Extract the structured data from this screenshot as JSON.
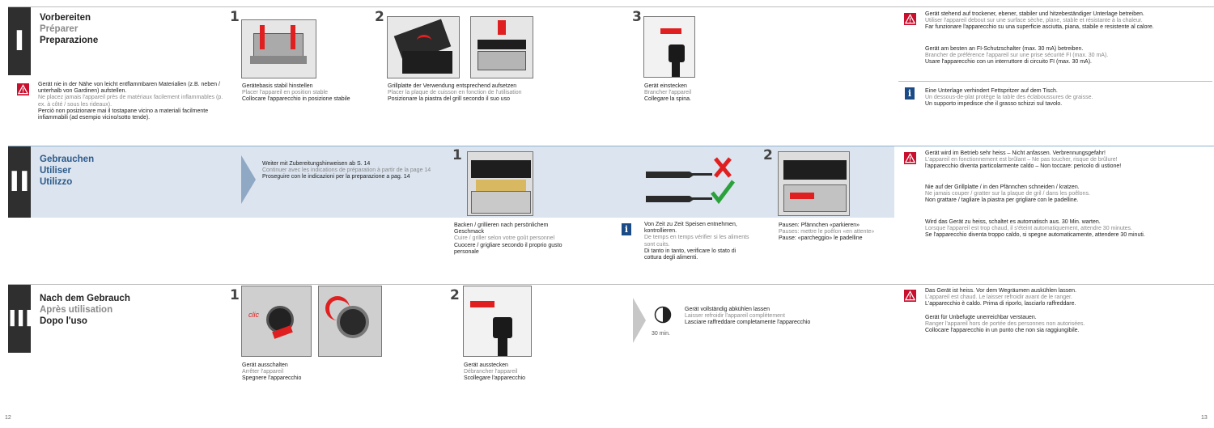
{
  "s1": {
    "num": "I",
    "de": "Vorbereiten",
    "fr": "Préparer",
    "it": "Preparazione",
    "warn": {
      "de": "Gerät nie in der Nähe von leicht entflammbaren Materialien (z.B. neben / unterhalb von Gardinen) aufstellen.",
      "fr": "Ne placez jamais l'appareil près de matériaux facilement inflammables (p. ex. à côté / sous les rideaux).",
      "it": "Perciò non posizionare mai il tostapane vicino a materiali facilmente infiammabili (ad esempio vicino/sotto tende)."
    },
    "step1": {
      "n": "1",
      "de": "Gerätebasis stabil hinstellen",
      "fr": "Placer l'appareil en position stable",
      "it": "Collocare l'apparecchio in posizione stabile"
    },
    "step2": {
      "n": "2",
      "de": "Grillplatte der Verwendung entsprechend aufsetzen",
      "fr": "Placer la plaque de cuisson en fonction de l'utilisation",
      "it": "Posizionare la piastra del grill secondo il suo uso"
    },
    "step3": {
      "n": "3",
      "de": "Gerät einstecken",
      "fr": "Brancher l'appareil",
      "it": "Collegare la spina."
    },
    "r_warn": {
      "de": "Gerät stehend auf trockener, ebener, stabiler und hitzebeständiger Unterlage betreiben.",
      "fr": "Utiliser l'appareil debout sur une surface sèche, plane, stable et résistante à la chaleur.",
      "it": "Far funzionare l'apparecchio su una superficie asciutta, piana, stabile e resistente al calore."
    },
    "r_fi": {
      "de": "Gerät am besten an FI-Schutzschalter (max. 30 mA) betreiben.",
      "fr": "Brancher de préférence l'appareil sur une prise sécurité FI (max. 30 mA).",
      "it": "Usare l'apparecchio con un interruttore di circuito FI (max. 30 mA)."
    },
    "r_info": {
      "de": "Eine Unterlage verhindert Fettspritzer auf dem Tisch.",
      "fr": "Un dessous-de-plat protège la table des éclaboussures de graisse.",
      "it": "Un supporto impedisce che il grasso schizzi sul tavolo."
    }
  },
  "s2": {
    "num": "II",
    "de": "Gebrauchen",
    "fr": "Utiliser",
    "it": "Utilizzo",
    "cont": {
      "de": "Weiter mit Zubereitungshinweisen ab S. 14",
      "fr": "Continuer avec les indications de préparation à partir de la page 14",
      "it": "Proseguire con le indicazioni per la preparazione a pag. 14"
    },
    "step1": {
      "n": "1",
      "de": "Backen / grillieren nach persönlichem Geschmack",
      "fr": "Cuire / griller selon votre goût personnel",
      "it": "Cuocere / grigliare secondo il proprio gusto personale"
    },
    "tip": {
      "de": "Von Zeit zu Zeit Speisen entnehmen, kontrollieren.",
      "fr": "De temps en temps vérifier si les aliments sont cuits.",
      "it": "Di tanto in tanto, verificare lo stato di cottura degli alimenti."
    },
    "step2": {
      "n": "2",
      "de": "Pausen: Pfännchen «parkieren»",
      "fr": "Pauses: mettre le poêlon «en attente»",
      "it": "Pause: «parcheggio» le padelline"
    },
    "r_warn": {
      "de": "Gerät wird im Betrieb sehr heiss – Nicht anfassen. Verbrennungsgefahr!",
      "fr": "L'appareil en fonctionnement est brûlant – Ne pas toucher, risque de brûlure!",
      "it": "l'apparecchio diventa particolarmente caldo – Non toccare: pericolo di ustione!"
    },
    "r_cut": {
      "de": "Nie auf der Grillplatte / in den Pfännchen schneiden / kratzen.",
      "fr": "Ne jamais couper / gratter sur la plaque de gril / dans les poêlons.",
      "it": "Non grattare / tagliare la piastra per grigliare con le padelline."
    },
    "r_hot": {
      "de": "Wird das Gerät zu heiss, schaltet es automatisch aus. 30 Min. warten.",
      "fr": "Lorsque l'appareil est trop chaud, il s'éteint automatiquement, attendre 30 minutes.",
      "it": "Se l'apparecchio diventa troppo caldo, si spegne automaticamente, attendere 30 minuti."
    }
  },
  "s3": {
    "num": "III",
    "de": "Nach dem Gebrauch",
    "fr": "Après utilisation",
    "it": "Dopo l'uso",
    "step1": {
      "n": "1",
      "de": "Gerät ausschalten",
      "fr": "Arrêter l'appareil",
      "it": "Spegnere l'apparecchio",
      "click": "clic"
    },
    "step2": {
      "n": "2",
      "de": "Gerät ausstecken",
      "fr": "Débrancher l'appareil",
      "it": "Scollegare l'apparecchio"
    },
    "cool": {
      "time": "30 min.",
      "de": "Gerät vollständig abkühlen lassen",
      "fr": "Laisser refroidir l'appareil complètement",
      "it": "Lasciare raffreddare completamente l'apparecchio"
    },
    "r_warn": {
      "de": "Das Gerät ist heiss. Vor dem Wegräumen auskühlen lassen.",
      "fr": "L'appareil est chaud. Le laisser refroidir avant de le ranger.",
      "it": "L'apparecchio è caldo. Prima di riporlo, lasciarlo raffreddare."
    },
    "r_store": {
      "de": "Gerät für Unbefugte unerreichbar verstauen.",
      "fr": "Ranger l'appareil hors de portée des personnes non autorisées.",
      "it": "Collocare l'apparecchio in un punto che non sia raggiungibile."
    }
  },
  "footer": {
    "left": "12",
    "right": "13"
  },
  "colors": {
    "warn": "#c8102e",
    "info": "#1b4b87",
    "blue_band": "#dbe4ef",
    "title_blue": "#2c5a8a",
    "bar": "#2f2f2f",
    "arrow_red": "#e02020",
    "check_green": "#2aa13a"
  }
}
